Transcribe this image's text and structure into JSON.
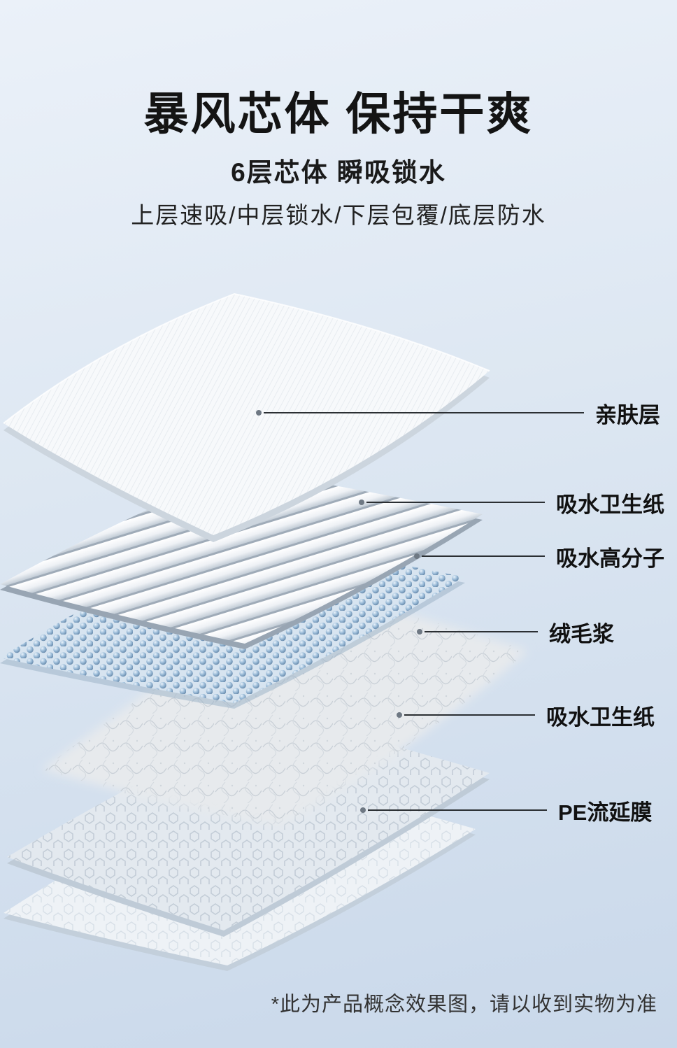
{
  "header": {
    "title": "暴风芯体 保持干爽",
    "subtitle": "6层芯体 瞬吸锁水",
    "features": "上层速吸/中层锁水/下层包覆/底层防水"
  },
  "diagram": {
    "layers": [
      {
        "label": "亲肤层"
      },
      {
        "label": "吸水卫生纸"
      },
      {
        "label": "吸水高分子"
      },
      {
        "label": "绒毛浆"
      },
      {
        "label": "吸水卫生纸"
      },
      {
        "label": "PE流延膜"
      }
    ]
  },
  "footer": {
    "disclaimer": "*此为产品概念效果图，请以收到实物为准"
  },
  "colors": {
    "background_top": "#ebf1f9",
    "background_bottom": "#c9d8ea",
    "text_primary": "#141414",
    "callout_line": "#2b2f33",
    "polymer_bead_blue": "#6f9cc4"
  }
}
